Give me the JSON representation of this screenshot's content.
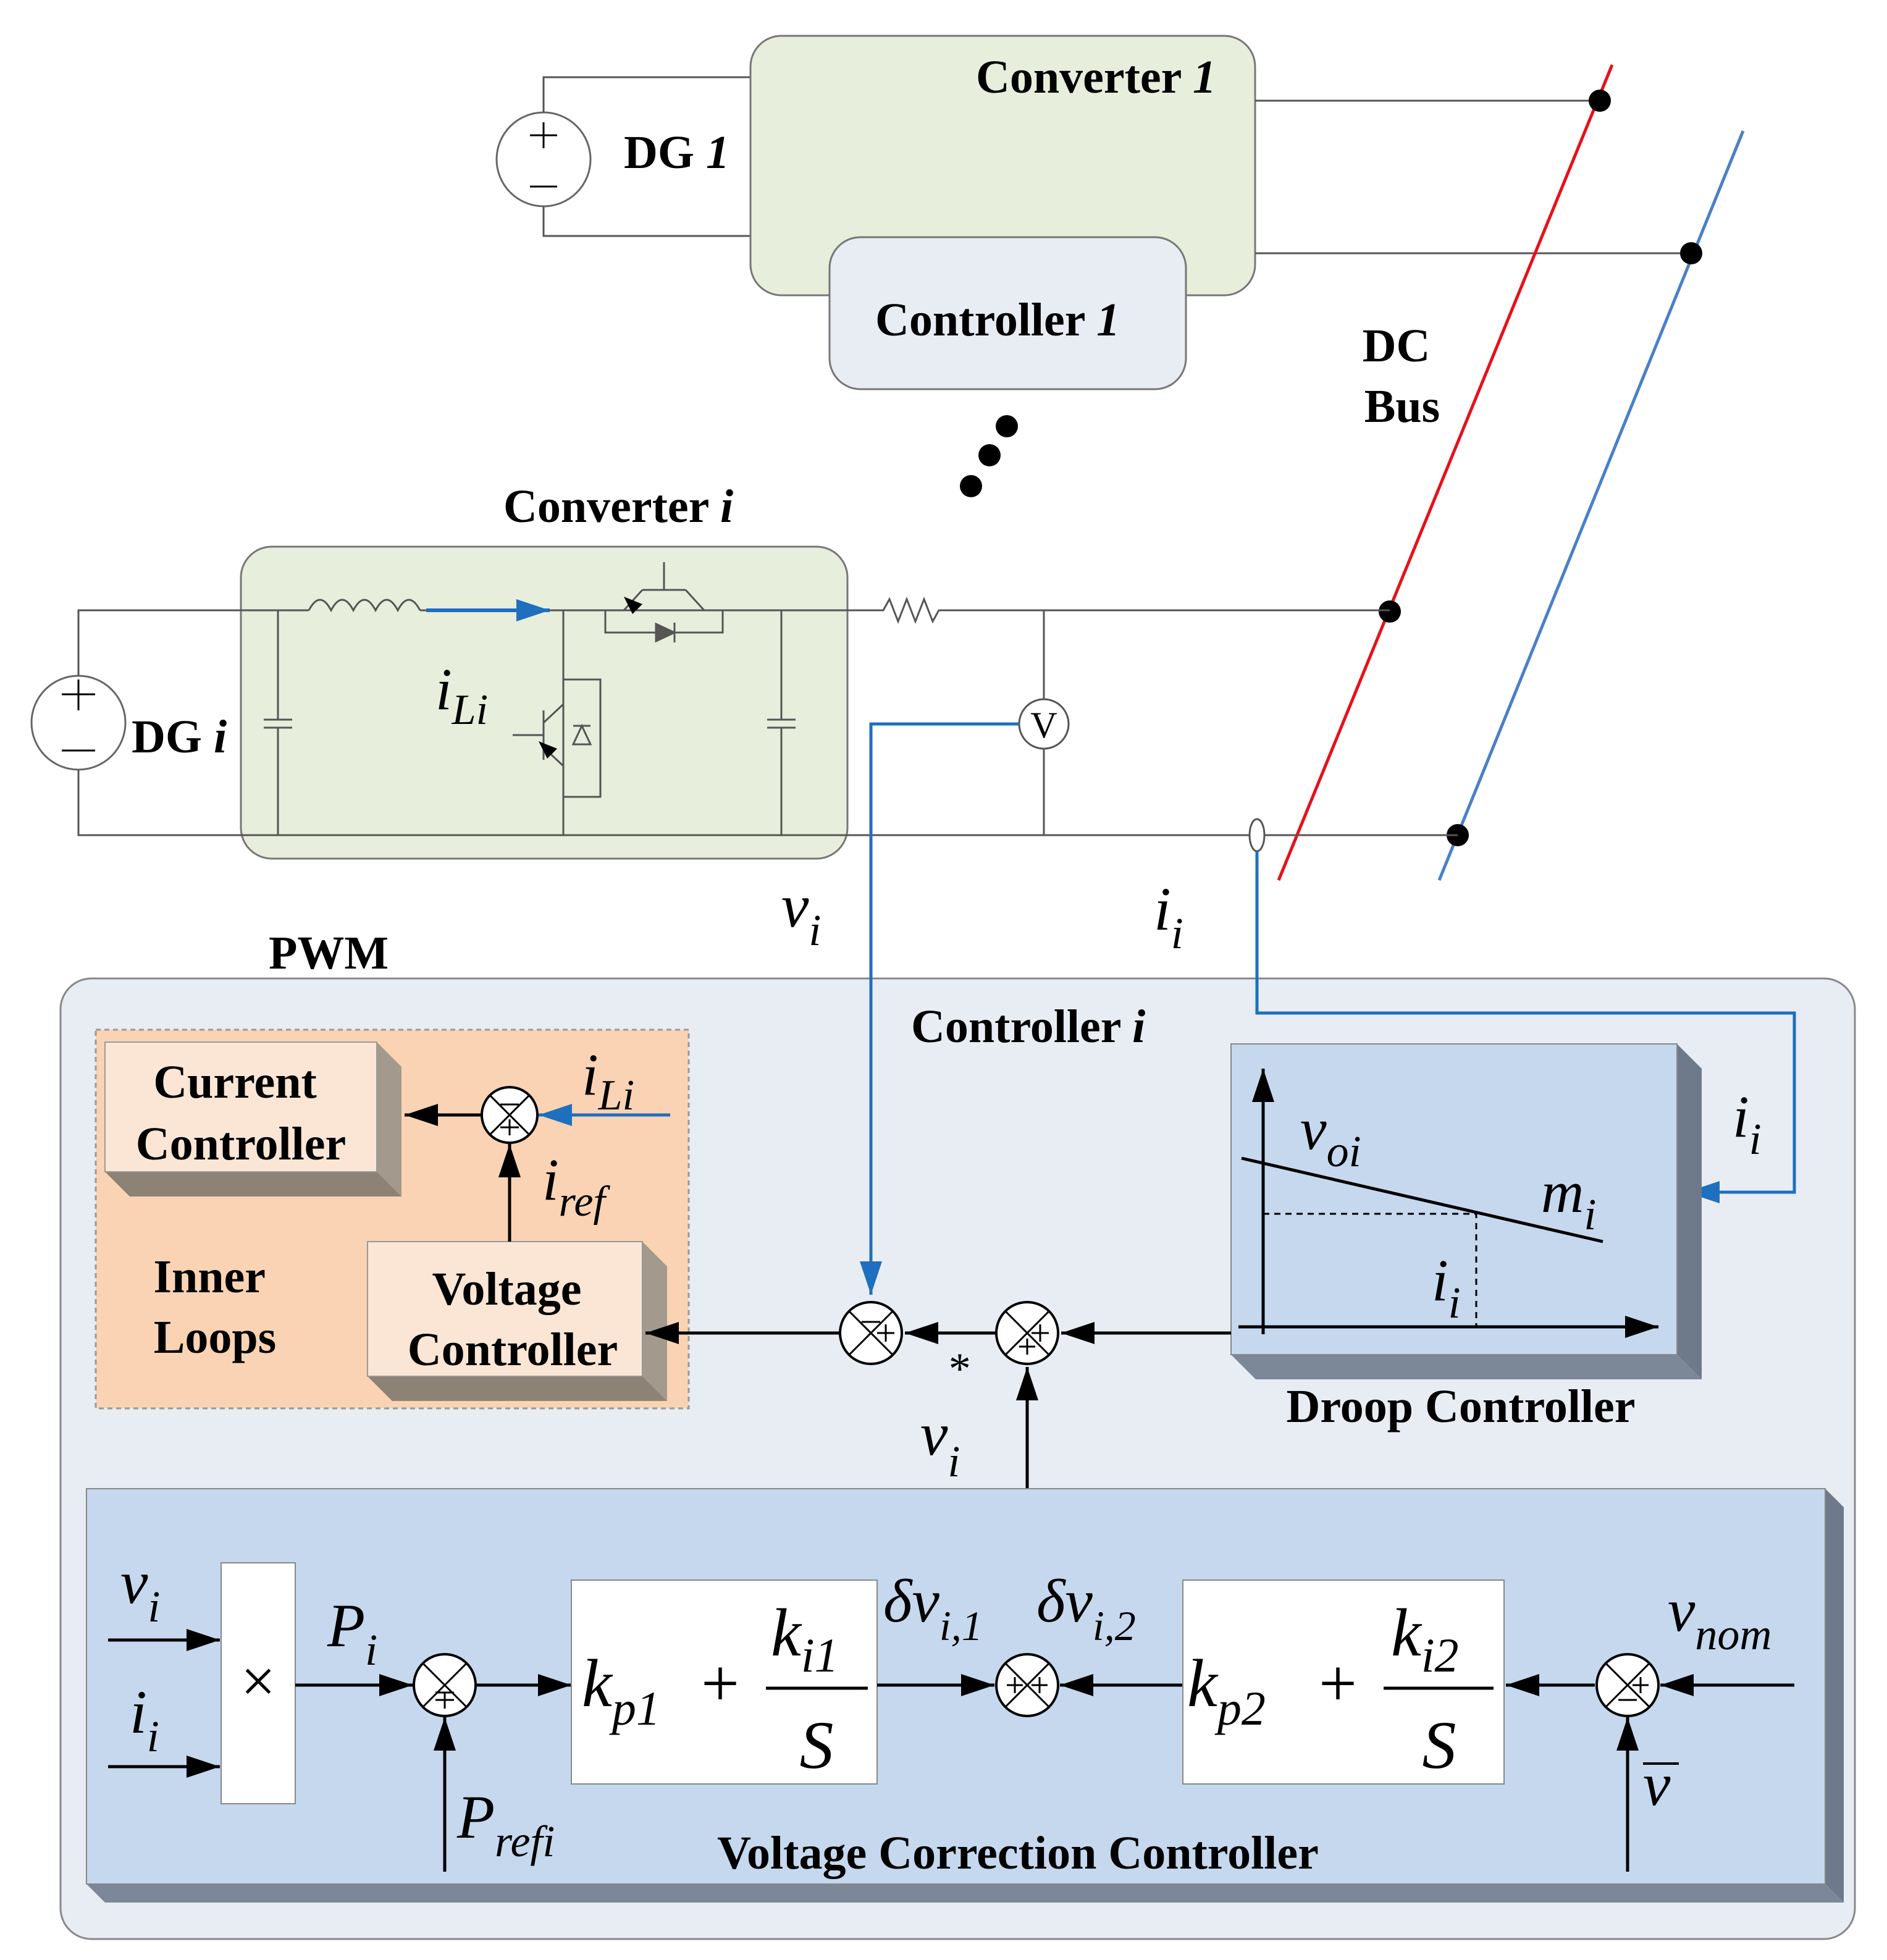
{
  "top": {
    "converter1": {
      "text": "Converter ",
      "num": "1"
    },
    "dg1": {
      "text": "DG ",
      "num": "1"
    },
    "controller1": {
      "text": "Controller ",
      "num": "1"
    },
    "dc_bus": [
      "DC",
      "Bus"
    ]
  },
  "converter_i": {
    "title": {
      "text": "Converter ",
      "sub": "i"
    },
    "dg": {
      "text": "DG ",
      "sub": "i"
    },
    "iLi": {
      "base": "i",
      "sub": "Li"
    },
    "meter": "V"
  },
  "signals": {
    "vi": {
      "base": "v",
      "sub": "i"
    },
    "ii": {
      "base": "i",
      "sub": "i"
    }
  },
  "pwm": "PWM",
  "controller_i": {
    "text": "Controller ",
    "sub": "i"
  },
  "inner_loops": {
    "label": [
      "Inner",
      "Loops"
    ],
    "current_controller": [
      "Current",
      "Controller"
    ],
    "voltage_controller": [
      "Voltage",
      "Controller"
    ],
    "iLi": {
      "base": "i",
      "sub": "Li"
    },
    "iref": {
      "base": "i",
      "sub": "ref"
    }
  },
  "droop": {
    "title": "Droop Controller",
    "voi": {
      "base": "v",
      "sub": "oi"
    },
    "mi": {
      "base": "m",
      "sub": "i"
    },
    "ii_axis": {
      "base": "i",
      "sub": "i"
    },
    "ii_in": {
      "base": "i",
      "sub": "i"
    }
  },
  "vstar": {
    "base": "v",
    "sub": "i",
    "sup": "*"
  },
  "vcc": {
    "title": "Voltage Correction Controller",
    "vi": {
      "base": "v",
      "sub": "i"
    },
    "ii": {
      "base": "i",
      "sub": "i"
    },
    "mult": "×",
    "Pi": {
      "base": "P",
      "sub": "i"
    },
    "Prefi": {
      "base": "P",
      "sub": "refi"
    },
    "pi1": {
      "kp": "k",
      "kp_sub": "p1",
      "plus": "+",
      "ki": "k",
      "ki_sub": "i1",
      "s": "S"
    },
    "pi2": {
      "kp": "k",
      "kp_sub": "p2",
      "plus": "+",
      "ki": "k",
      "ki_sub": "i2",
      "s": "S"
    },
    "dv1": {
      "base": "δv",
      "sub": "i,1"
    },
    "dv2": {
      "base": "δv",
      "sub": "i,2"
    },
    "vnom": {
      "base": "v",
      "sub": "nom"
    },
    "vbar": "v"
  },
  "colors": {
    "red_bus": "#e8101a",
    "blue_bus": "#4a80c8",
    "signal_blue": "#1f6fbf",
    "converter_green": "#e7eedc",
    "controller_bg": "#e8edf3",
    "inner_orange": "#f9d3b3",
    "block_blue": "#c5d8ee",
    "block_shadow": "#6e7a89",
    "box_cream": "#fbe6d6"
  }
}
